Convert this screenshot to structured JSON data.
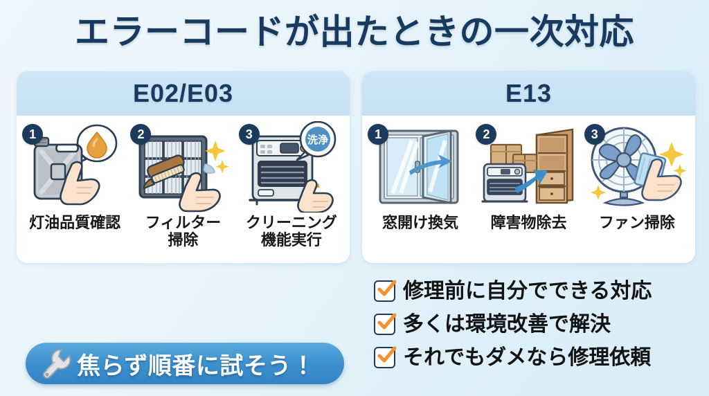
{
  "page": {
    "title": "エラーコードが出たときの一次対応",
    "background_color": "#e6f2fb",
    "title_color": "#173a5e",
    "accent_color": "#3d8fcd",
    "check_color": "#f0922e"
  },
  "panels": [
    {
      "code": "E02/E03",
      "steps": [
        {
          "number": "1",
          "label": "灯油品質確認",
          "icon": "kerosene-can-icon"
        },
        {
          "number": "2",
          "label": "フィルター\n掃除",
          "icon": "filter-brush-icon"
        },
        {
          "number": "3",
          "label": "クリーニング\n機能実行",
          "icon": "heater-cleaning-icon",
          "badge_text": "洗浄"
        }
      ]
    },
    {
      "code": "E13",
      "steps": [
        {
          "number": "1",
          "label": "窓開け換気",
          "icon": "open-window-icon"
        },
        {
          "number": "2",
          "label": "障害物除去",
          "icon": "obstacle-removal-icon"
        },
        {
          "number": "3",
          "label": "ファン掃除",
          "icon": "fan-cleaning-icon"
        }
      ]
    }
  ],
  "checklist": [
    {
      "text": "修理前に自分でできる対応"
    },
    {
      "text": "多くは環境改善で解決"
    },
    {
      "text": "それでもダメなら修理依頼"
    }
  ],
  "banner": {
    "icon": "wrench-icon",
    "text": "焦らず順番に試そう！"
  }
}
